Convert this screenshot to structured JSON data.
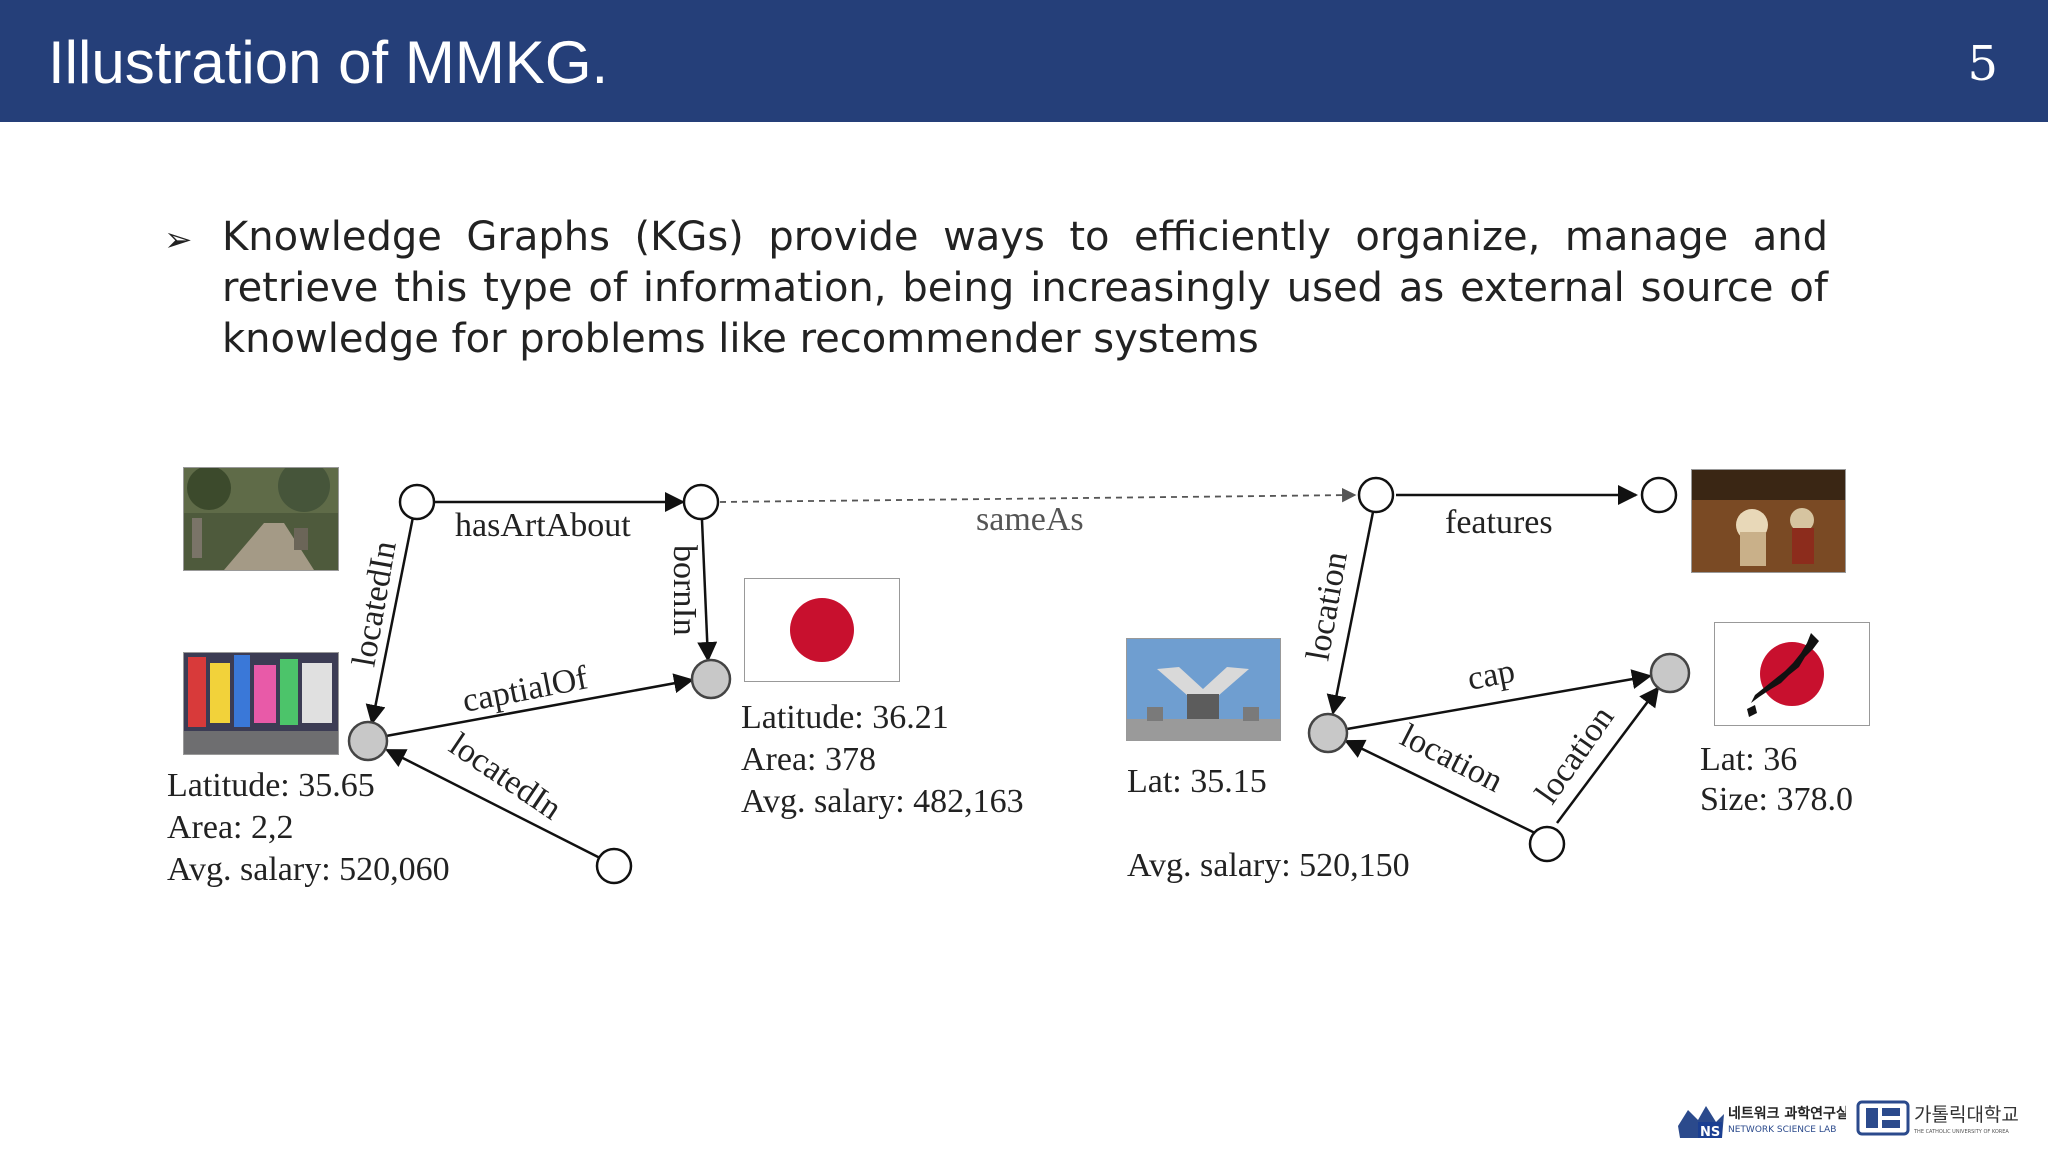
{
  "slide": {
    "title": "Illustration of MMKG.",
    "page_number": "5",
    "bullet_mark": "➢",
    "bullet_text": "Knowledge Graphs (KGs) provide ways to efficiently organize, manage and retrieve this type of information, being increasingly used as external source of knowledge for problems like recommender systems"
  },
  "colors": {
    "header": "#253f79",
    "japan_red": "#c8102e",
    "node_fill": "#c8c8c8"
  },
  "diagram": {
    "left": {
      "edges": {
        "has_art_about": "hasArtAbout",
        "located_in_top": "locatedIn",
        "born_in": "bornIn",
        "capital_of": "captialOf",
        "located_in_bottom": "locatedIn",
        "same_as": "sameAs"
      },
      "tokyo": {
        "latitude": "Latitude: 35.65",
        "area": "Area: 2,2",
        "salary": "Avg. salary: 520,060"
      },
      "japan": {
        "latitude": "Latitude: 36.21",
        "area": "Area: 378",
        "salary": "Avg. salary: 482,163"
      }
    },
    "right": {
      "edges": {
        "features": "features",
        "location_top": "location",
        "cap": "cap",
        "location_mid": "location",
        "location_right": "location"
      },
      "tokyo": {
        "lat": "Lat: 35.15",
        "salary": "Avg. salary: 520,150"
      },
      "japan": {
        "lat": "Lat: 36",
        "size": "Size: 378.0"
      }
    }
  },
  "logos": {
    "nslab_kr": "네트워크 과학연구실",
    "nslab_en": "NETWORK SCIENCE LAB",
    "nslab_badge": "NS",
    "university_kr": "가톨릭대학교",
    "university_en": "THE CATHOLIC UNIVERSITY OF KOREA"
  }
}
